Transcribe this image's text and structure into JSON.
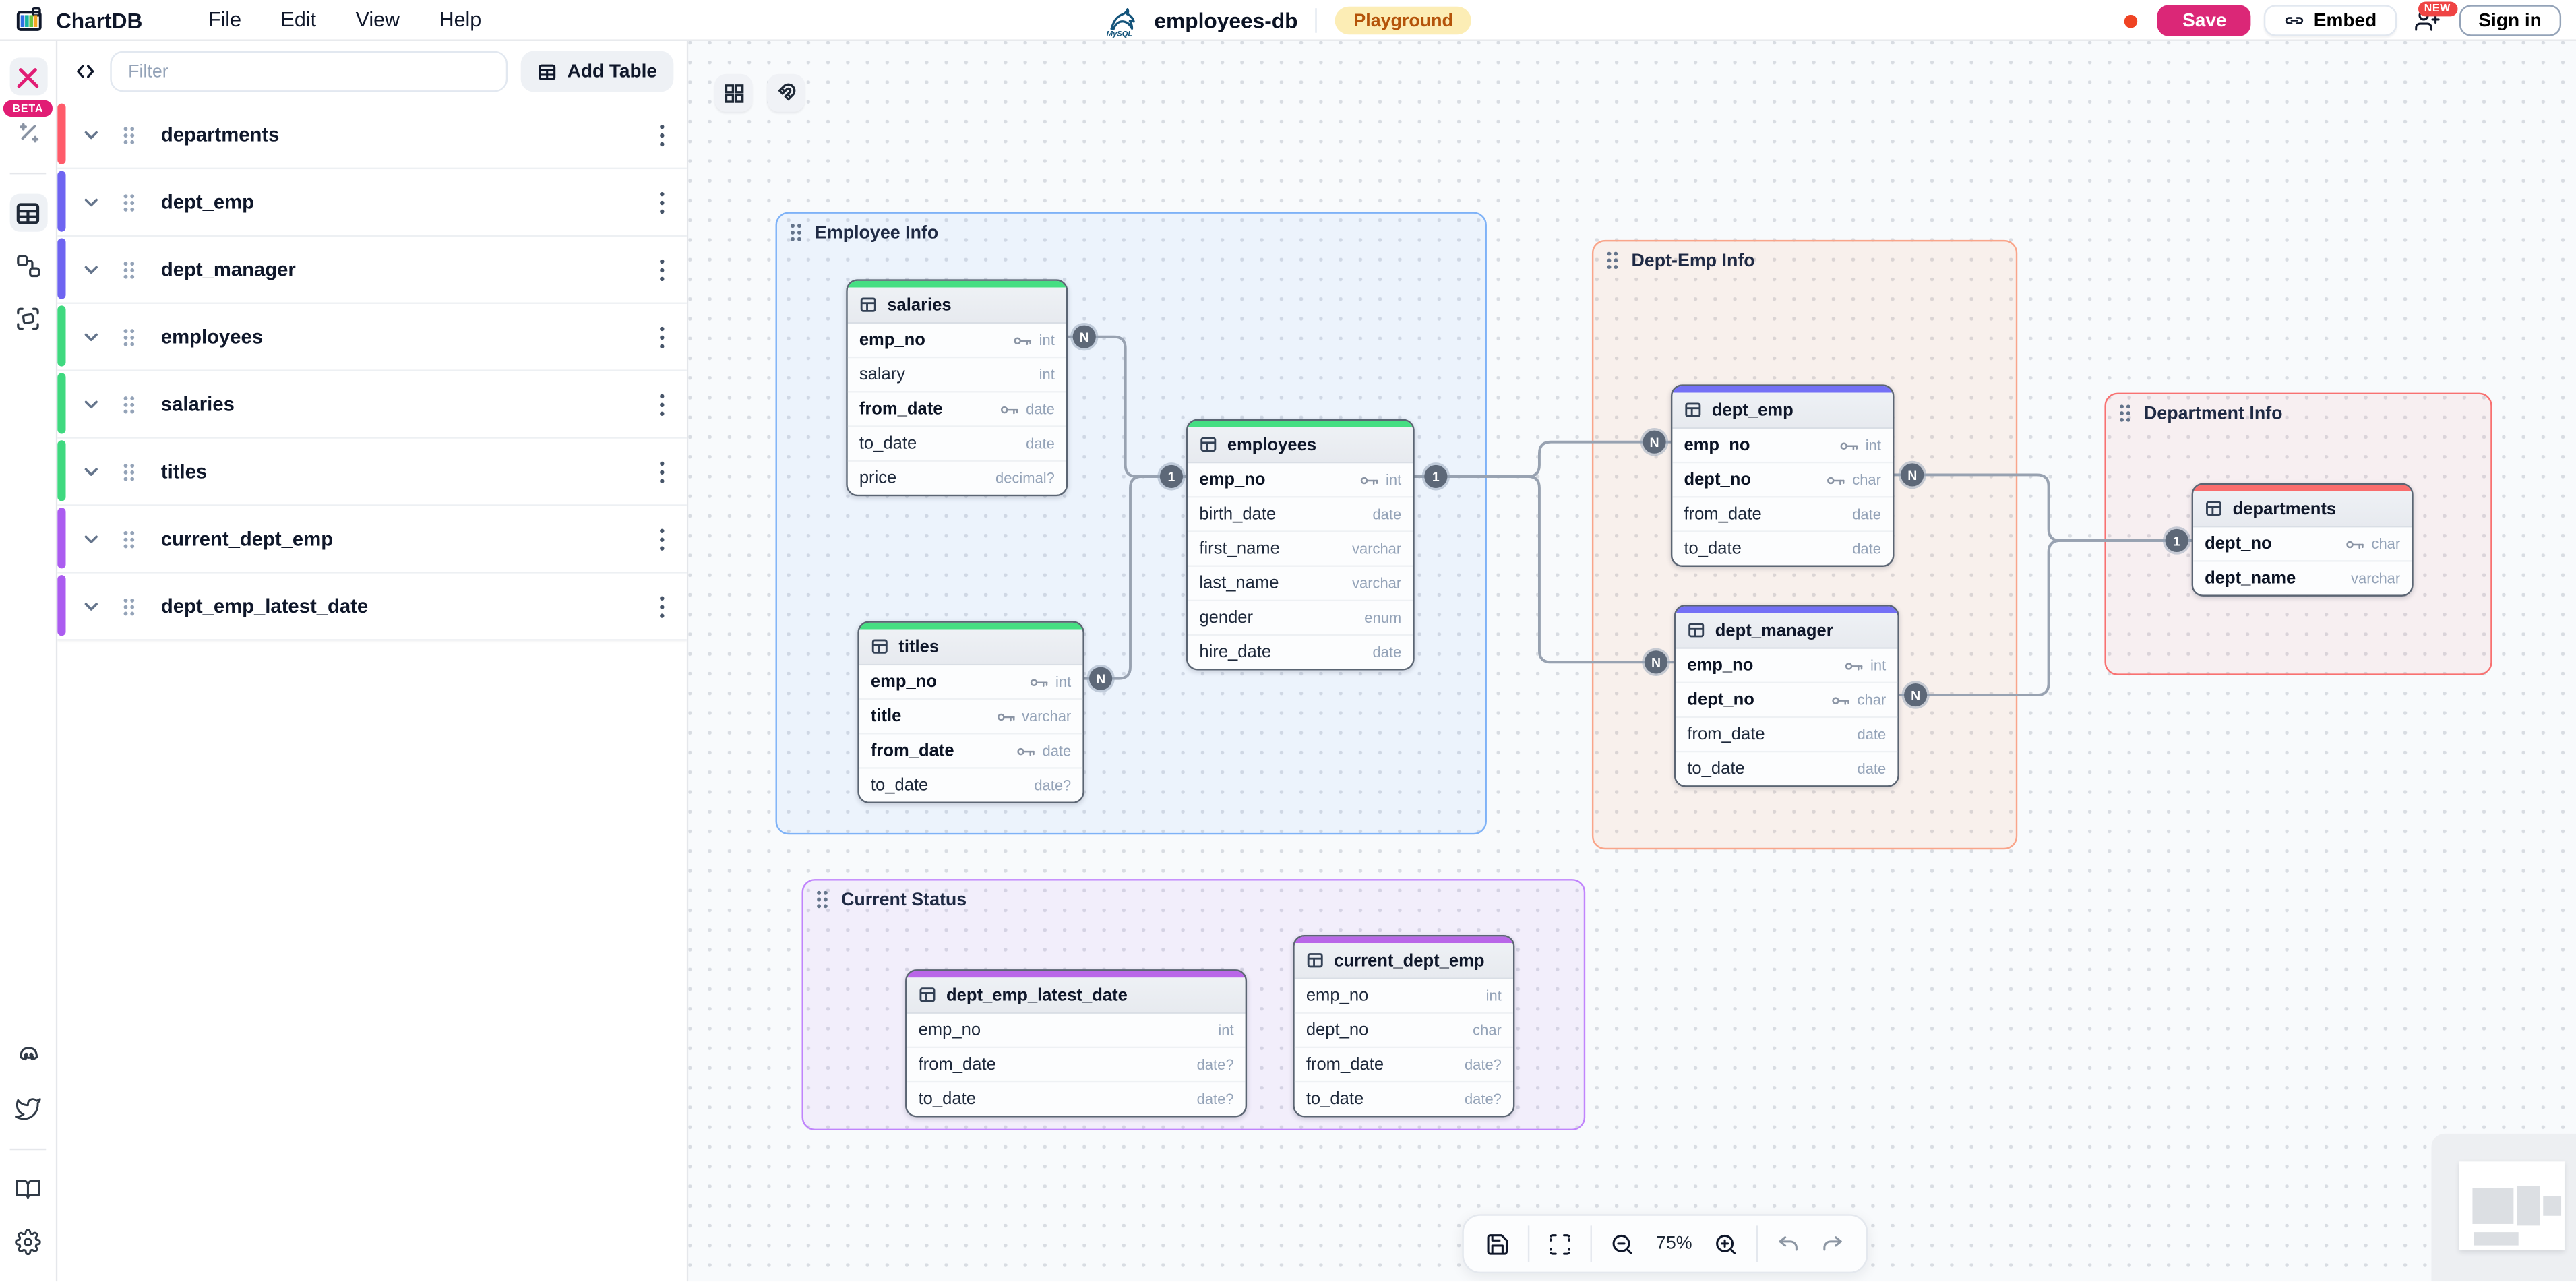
{
  "header": {
    "app_name": "ChartDB",
    "menus": [
      "File",
      "Edit",
      "View",
      "Help"
    ],
    "db_logo": "mysql-logo",
    "diagram_name": "employees-db",
    "environment_badge": "Playground",
    "unsaved_dot_color": "#ef4323",
    "save_label": "Save",
    "save_color": "#db2777",
    "embed_label": "Embed",
    "new_badge": "NEW",
    "sign_in_label": "Sign in"
  },
  "icon_rail": {
    "beta_badge": "BETA",
    "top_icons": [
      "diagram-editor",
      "magic-wand"
    ],
    "panel_icons": [
      "tables",
      "relationships",
      "areas"
    ],
    "bottom_icons": [
      "discord",
      "twitter",
      "docs",
      "settings"
    ]
  },
  "sidebar": {
    "code_icon": "code-view",
    "filter_placeholder": "Filter",
    "add_table_label": "Add Table",
    "tables": [
      {
        "name": "departments",
        "color": "#ff5b6a"
      },
      {
        "name": "dept_emp",
        "color": "#6e64f1"
      },
      {
        "name": "dept_manager",
        "color": "#6e64f1"
      },
      {
        "name": "employees",
        "color": "#3fd97f"
      },
      {
        "name": "salaries",
        "color": "#3fd97f"
      },
      {
        "name": "titles",
        "color": "#3fd97f"
      },
      {
        "name": "current_dept_emp",
        "color": "#ab5cf0"
      },
      {
        "name": "dept_emp_latest_date",
        "color": "#ab5cf0"
      }
    ]
  },
  "canvas": {
    "toolbar_icons": [
      "layout-blocks",
      "magnet"
    ],
    "groups": [
      {
        "id": "employee-info",
        "label": "Employee Info",
        "border": "#7eb2f7",
        "fill": "rgba(96,165,250,0.08)"
      },
      {
        "id": "dept-emp-info",
        "label": "Dept-Emp Info",
        "border": "#f9a58a",
        "fill": "rgba(249,115,22,0.07)"
      },
      {
        "id": "department-info",
        "label": "Department Info",
        "border": "#f87171",
        "fill": "rgba(248,113,113,0.08)"
      },
      {
        "id": "current-status",
        "label": "Current Status",
        "border": "#c084fc",
        "fill": "rgba(168,85,247,0.07)"
      }
    ],
    "tables": [
      {
        "name": "salaries",
        "color": "#45de82",
        "fields": [
          {
            "name": "emp_no",
            "type": "int",
            "key": true,
            "bold": true
          },
          {
            "name": "salary",
            "type": "int",
            "key": false,
            "bold": false
          },
          {
            "name": "from_date",
            "type": "date",
            "key": true,
            "bold": true
          },
          {
            "name": "to_date",
            "type": "date",
            "key": false,
            "bold": false
          },
          {
            "name": "price",
            "type": "decimal?",
            "key": false,
            "bold": false
          }
        ]
      },
      {
        "name": "employees",
        "color": "#45de82",
        "fields": [
          {
            "name": "emp_no",
            "type": "int",
            "key": true,
            "bold": true
          },
          {
            "name": "birth_date",
            "type": "date",
            "key": false,
            "bold": false
          },
          {
            "name": "first_name",
            "type": "varchar",
            "key": false,
            "bold": false
          },
          {
            "name": "last_name",
            "type": "varchar",
            "key": false,
            "bold": false
          },
          {
            "name": "gender",
            "type": "enum",
            "key": false,
            "bold": false
          },
          {
            "name": "hire_date",
            "type": "date",
            "key": false,
            "bold": false
          }
        ]
      },
      {
        "name": "titles",
        "color": "#45de82",
        "fields": [
          {
            "name": "emp_no",
            "type": "int",
            "key": true,
            "bold": true
          },
          {
            "name": "title",
            "type": "varchar",
            "key": true,
            "bold": true
          },
          {
            "name": "from_date",
            "type": "date",
            "key": true,
            "bold": true
          },
          {
            "name": "to_date",
            "type": "date?",
            "key": false,
            "bold": false
          }
        ]
      },
      {
        "name": "dept_emp",
        "color": "#7470f6",
        "fields": [
          {
            "name": "emp_no",
            "type": "int",
            "key": true,
            "bold": true
          },
          {
            "name": "dept_no",
            "type": "char",
            "key": true,
            "bold": true
          },
          {
            "name": "from_date",
            "type": "date",
            "key": false,
            "bold": false
          },
          {
            "name": "to_date",
            "type": "date",
            "key": false,
            "bold": false
          }
        ]
      },
      {
        "name": "dept_manager",
        "color": "#7470f6",
        "fields": [
          {
            "name": "emp_no",
            "type": "int",
            "key": true,
            "bold": true
          },
          {
            "name": "dept_no",
            "type": "char",
            "key": true,
            "bold": true
          },
          {
            "name": "from_date",
            "type": "date",
            "key": false,
            "bold": false
          },
          {
            "name": "to_date",
            "type": "date",
            "key": false,
            "bold": false
          }
        ]
      },
      {
        "name": "departments",
        "color": "#f96d6d",
        "fields": [
          {
            "name": "dept_no",
            "type": "char",
            "key": true,
            "bold": true
          },
          {
            "name": "dept_name",
            "type": "varchar",
            "key": false,
            "bold": true
          }
        ]
      },
      {
        "name": "dept_emp_latest_date",
        "color": "#b966e8",
        "fields": [
          {
            "name": "emp_no",
            "type": "int",
            "key": false,
            "bold": false
          },
          {
            "name": "from_date",
            "type": "date?",
            "key": false,
            "bold": false
          },
          {
            "name": "to_date",
            "type": "date?",
            "key": false,
            "bold": false
          }
        ]
      },
      {
        "name": "current_dept_emp",
        "color": "#b966e8",
        "fields": [
          {
            "name": "emp_no",
            "type": "int",
            "key": false,
            "bold": false
          },
          {
            "name": "dept_no",
            "type": "char",
            "key": false,
            "bold": false
          },
          {
            "name": "from_date",
            "type": "date?",
            "key": false,
            "bold": false
          },
          {
            "name": "to_date",
            "type": "date?",
            "key": false,
            "bold": false
          }
        ]
      }
    ],
    "connectors": [
      {
        "label": "N"
      },
      {
        "label": "1"
      },
      {
        "label": "N"
      },
      {
        "label": "1"
      },
      {
        "label": "N"
      },
      {
        "label": "N"
      },
      {
        "label": "N"
      },
      {
        "label": "N"
      },
      {
        "label": "1"
      }
    ],
    "zoom_level": "75%",
    "bottom_toolbar_icons": [
      "save",
      "fit-view",
      "zoom-out",
      "zoom-in",
      "undo",
      "redo"
    ]
  }
}
